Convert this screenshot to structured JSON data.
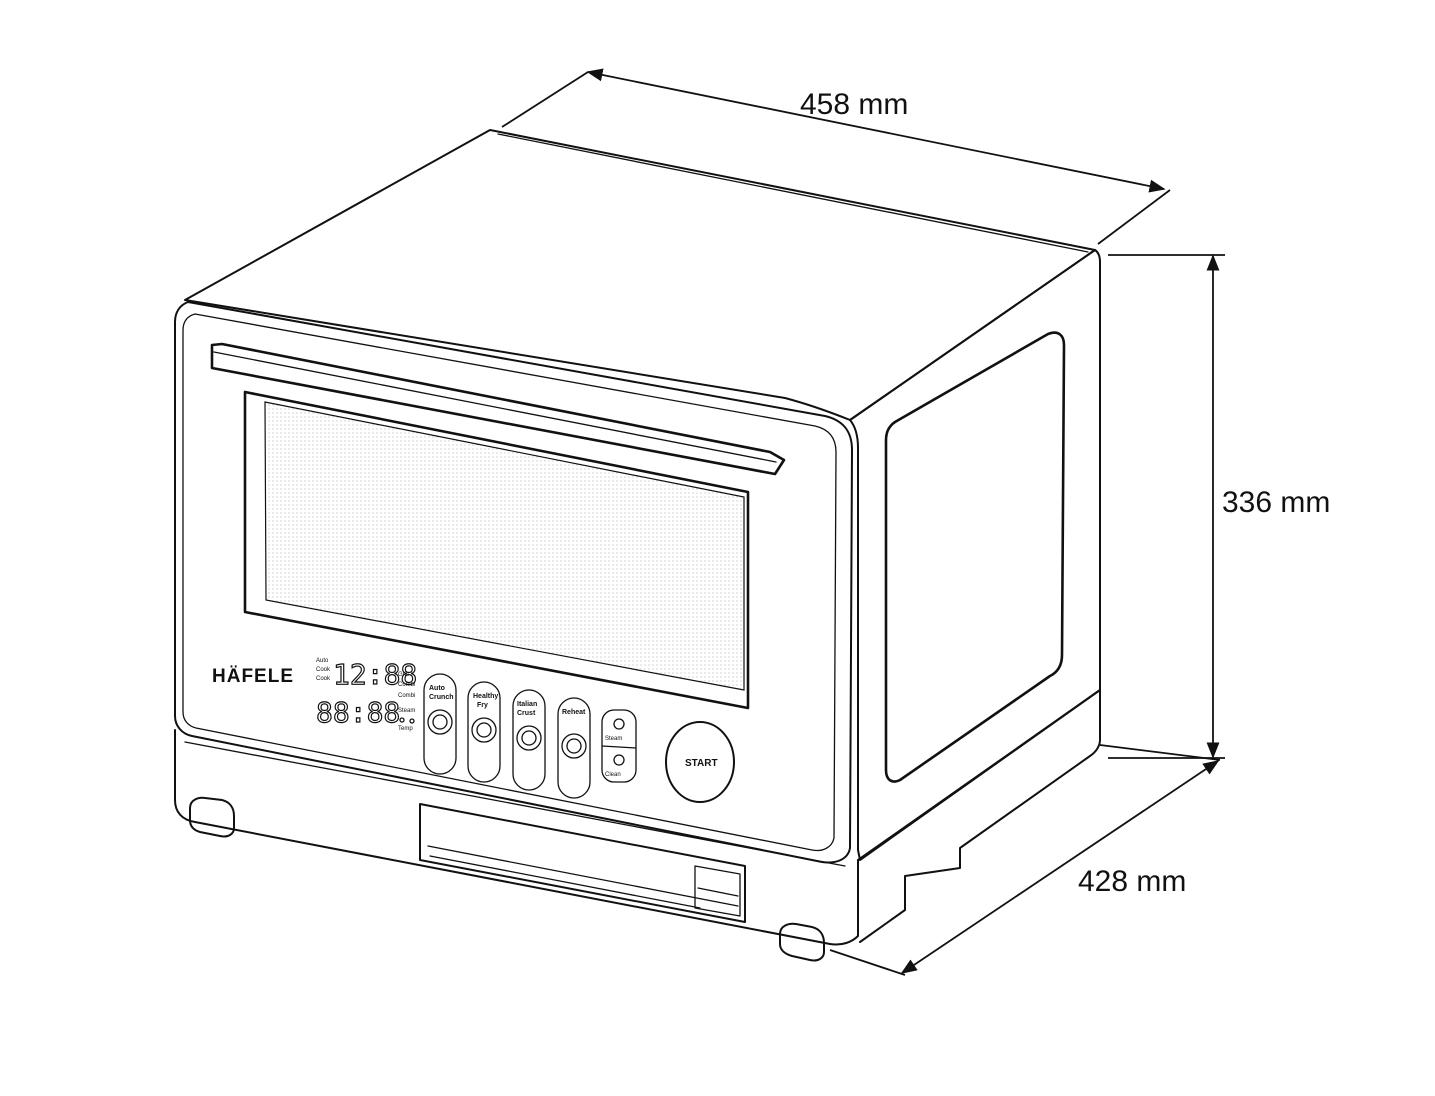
{
  "dimensions": {
    "width": "458 mm",
    "height": "336 mm",
    "depth": "428 mm"
  },
  "brand": "HÄFELE",
  "display": {
    "top_digits": "12:88",
    "bottom_digits": "88:88"
  },
  "buttons": {
    "start": "START"
  }
}
